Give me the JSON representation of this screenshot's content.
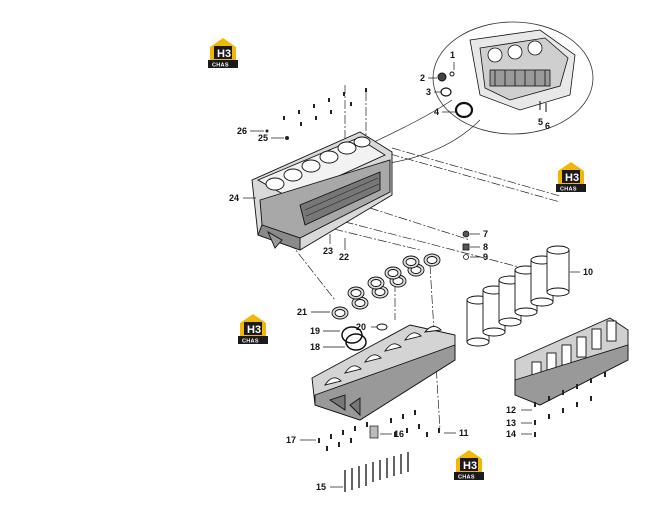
{
  "logo": {
    "mark": "H3",
    "word": "CHAS",
    "yellow": "#F2B705",
    "dark": "#1a1a1a"
  },
  "labels": {
    "l1": "1",
    "l2": "2",
    "l3": "3",
    "l4": "4",
    "l5": "5",
    "l6": "6",
    "l7": "7",
    "l8": "8",
    "l9": "9",
    "l10": "10",
    "l11": "11",
    "l12": "12",
    "l13": "13",
    "l14": "14",
    "l15": "15",
    "l16": "16",
    "l17": "17",
    "l18": "18",
    "l19": "19",
    "l20": "20",
    "l21": "21",
    "l22": "22",
    "l23": "23",
    "l24": "24",
    "l25": "25",
    "l26": "26"
  }
}
